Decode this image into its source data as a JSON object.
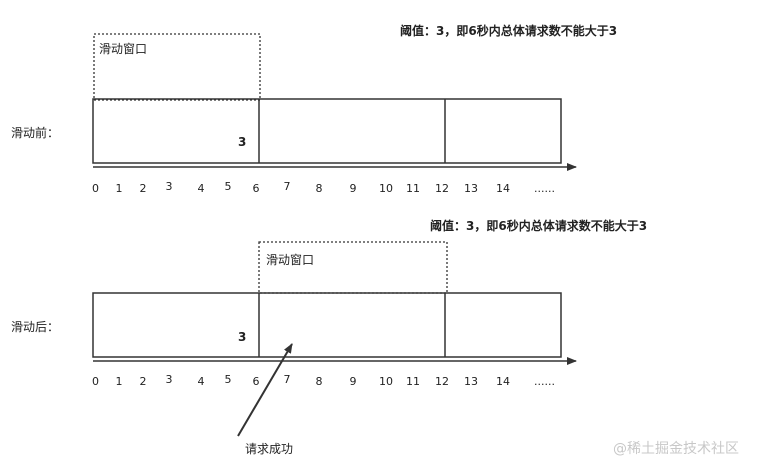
{
  "threshold_text": "阈值：3，即6秒内总体请求数不能大于3",
  "window_label": "滑动窗口",
  "panels": [
    {
      "side_label": "滑动前：",
      "count": "3"
    },
    {
      "side_label": "滑动后：",
      "count": "3"
    }
  ],
  "ticks": [
    "0",
    "1",
    "2",
    "3",
    "4",
    "5",
    "6",
    "7",
    "8",
    "9",
    "10",
    "11",
    "12",
    "13",
    "14",
    "......"
  ],
  "annotation": "请求成功",
  "watermark": "@稀土掘金技术社区"
}
